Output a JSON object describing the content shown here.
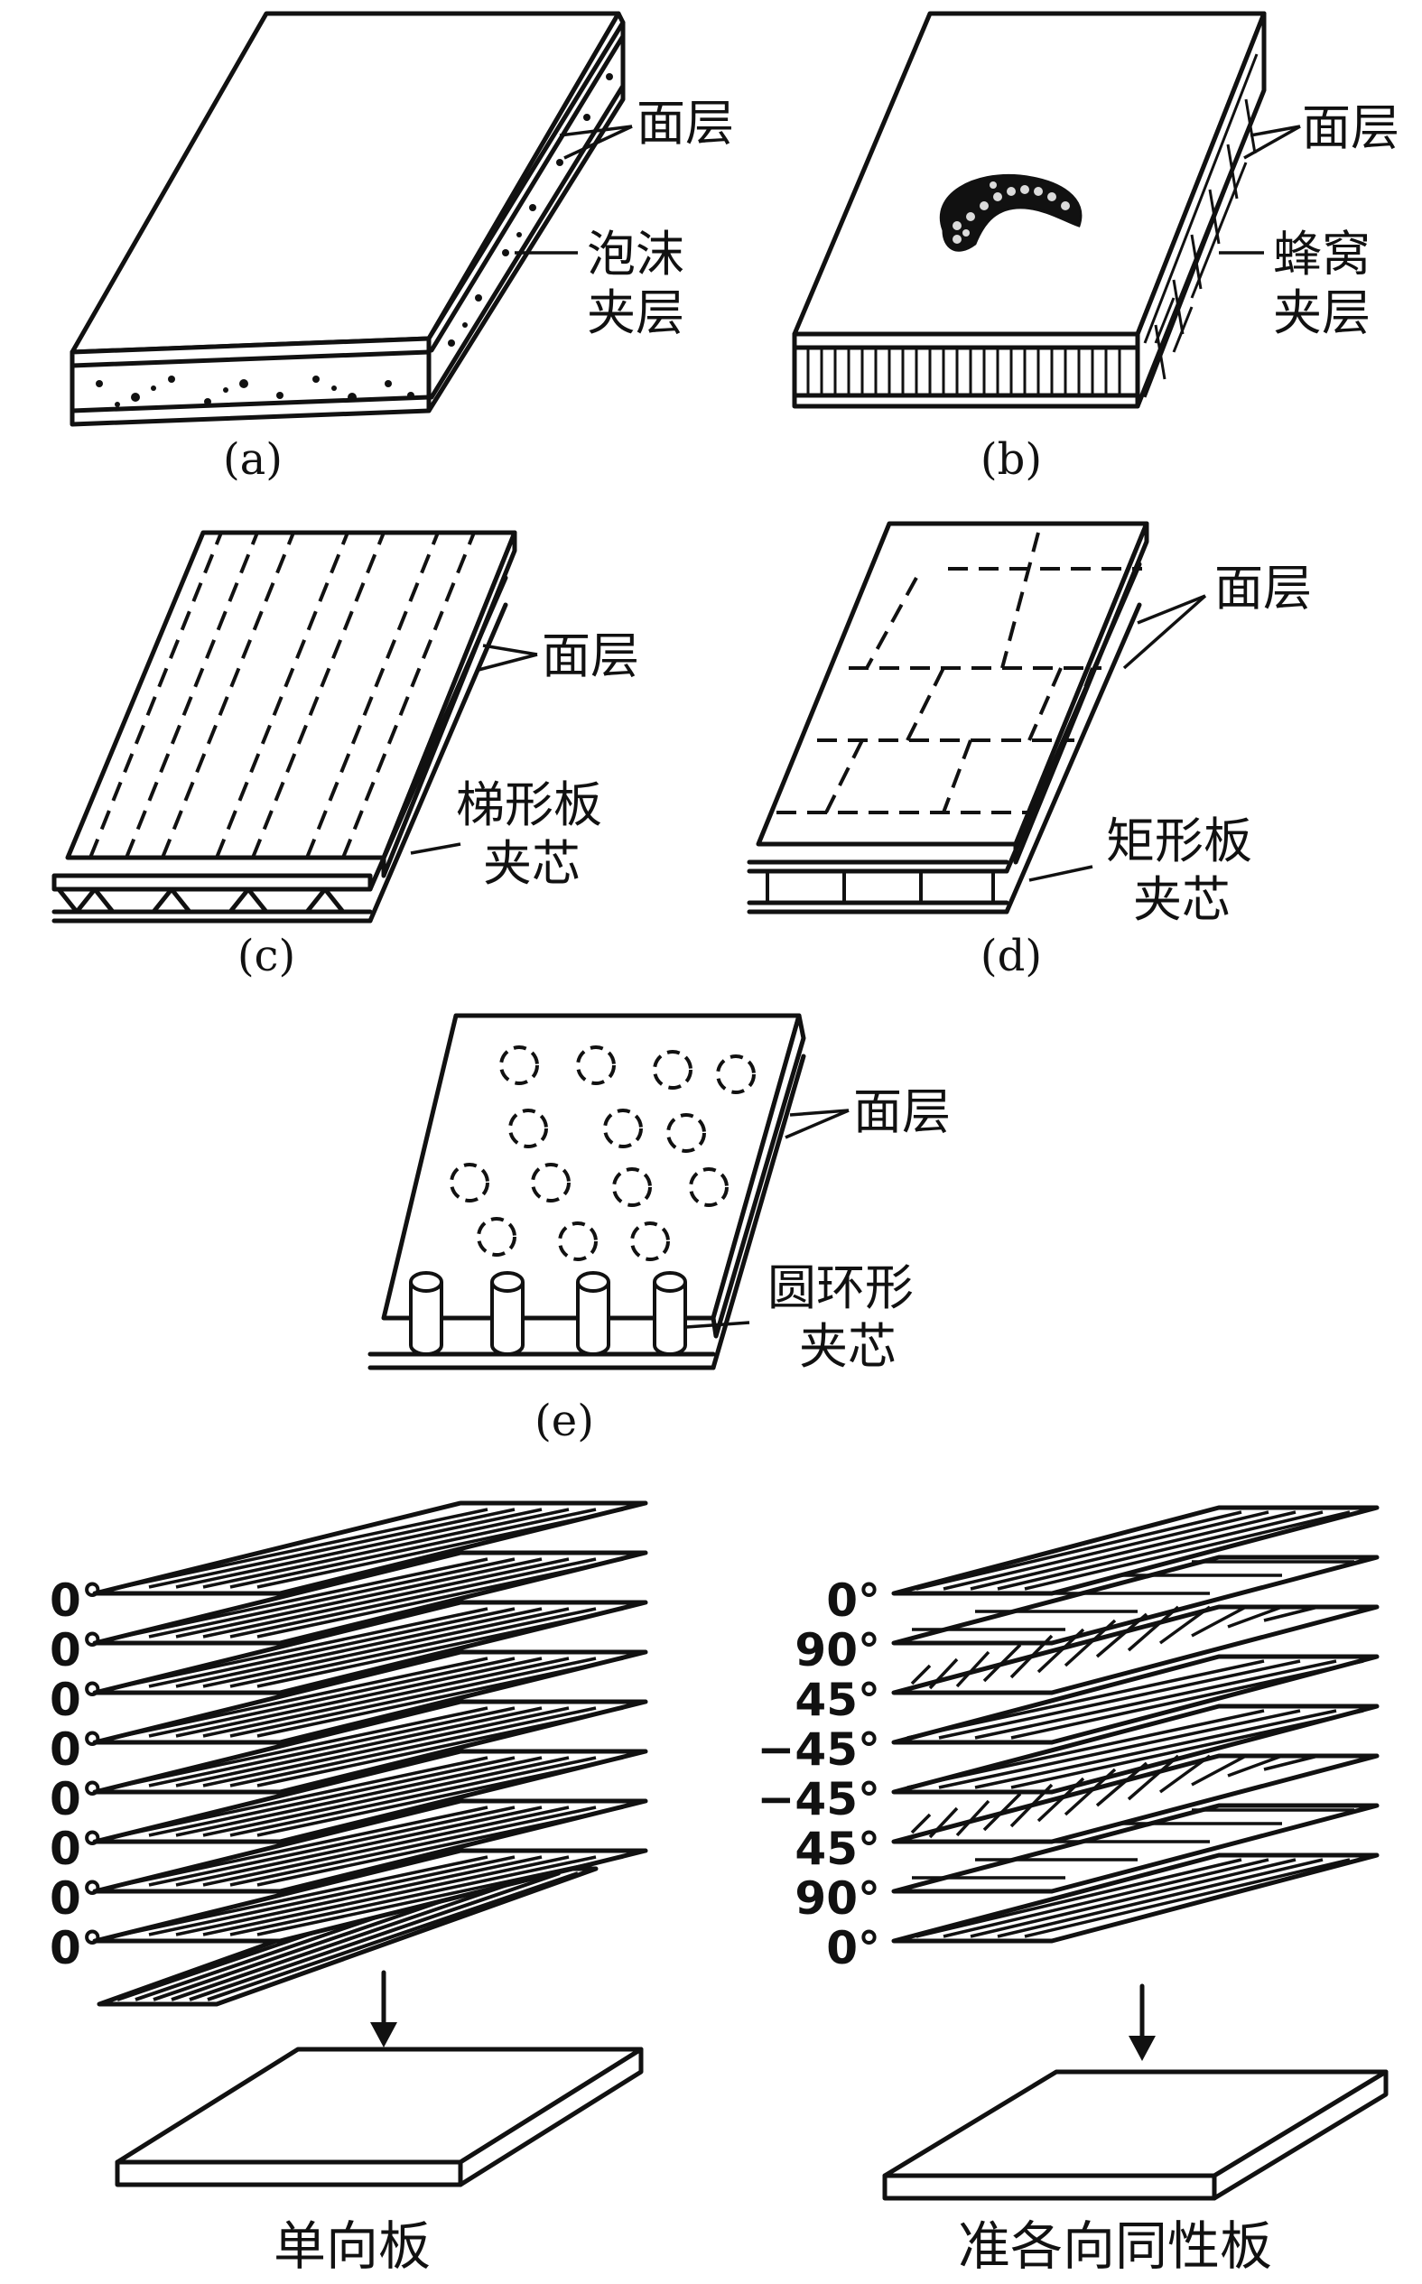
{
  "panels": {
    "a": {
      "caption": "(a)",
      "face_label": "面层",
      "core_label_1": "泡沫",
      "core_label_2": "夹层"
    },
    "b": {
      "caption": "(b)",
      "face_label": "面层",
      "core_label_1": "蜂窝",
      "core_label_2": "夹层"
    },
    "c": {
      "caption": "(c)",
      "face_label": "面层",
      "core_label_1": "梯形板",
      "core_label_2": "夹芯"
    },
    "d": {
      "caption": "(d)",
      "face_label": "面层",
      "core_label_1": "矩形板",
      "core_label_2": "夹芯"
    },
    "e": {
      "caption": "(e)",
      "face_label": "面层",
      "core_label_1": "圆环形",
      "core_label_2": "夹芯"
    }
  },
  "laminates": {
    "left": {
      "title": "单向板",
      "angles": [
        "0°",
        "0°",
        "0°",
        "0°",
        "0°",
        "0°",
        "0°",
        "0°"
      ]
    },
    "right": {
      "title": "准各向同性板",
      "angles": [
        "0°",
        "90°",
        "45°",
        "−45°",
        "−45°",
        "45°",
        "90°",
        "0°"
      ]
    }
  }
}
